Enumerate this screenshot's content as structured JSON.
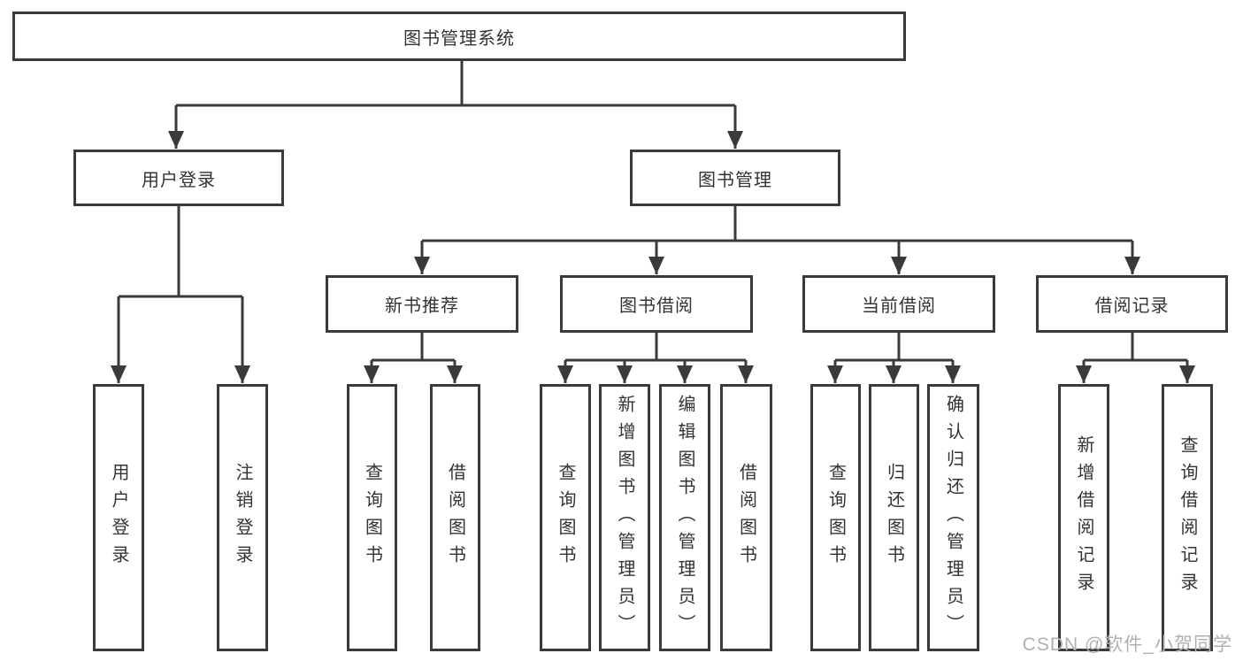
{
  "diagram_title": "图书管理系统",
  "colors": {
    "line": "#3a3a3a",
    "text": "#333333",
    "watermark": "#b0b0b0",
    "background": "#ffffff"
  },
  "nodes": {
    "root": "图书管理系统",
    "user_login": "用户登录",
    "book_management": "图书管理",
    "new_book_recommend": "新书推荐",
    "book_borrow": "图书借阅",
    "current_borrow": "当前借阅",
    "borrow_records": "借阅记录",
    "leaves": {
      "user_login": "用户登录",
      "logout": "注销登录",
      "nbr_query_book": "查询图书",
      "nbr_borrow_book": "借阅图书",
      "bb_query_book": "查询图书",
      "bb_add_book": "新增图书（管理员）",
      "bb_edit_book": "编辑图书（管理员）",
      "bb_borrow_book": "借阅图书",
      "cb_query_book": "查询图书",
      "cb_return_book": "归还图书",
      "cb_confirm_return": "确认归还（管理员）",
      "br_add_record": "新增借阅记录",
      "br_query_record": "查询借阅记录"
    }
  },
  "watermark": "CSDN @软件_小贺同学"
}
